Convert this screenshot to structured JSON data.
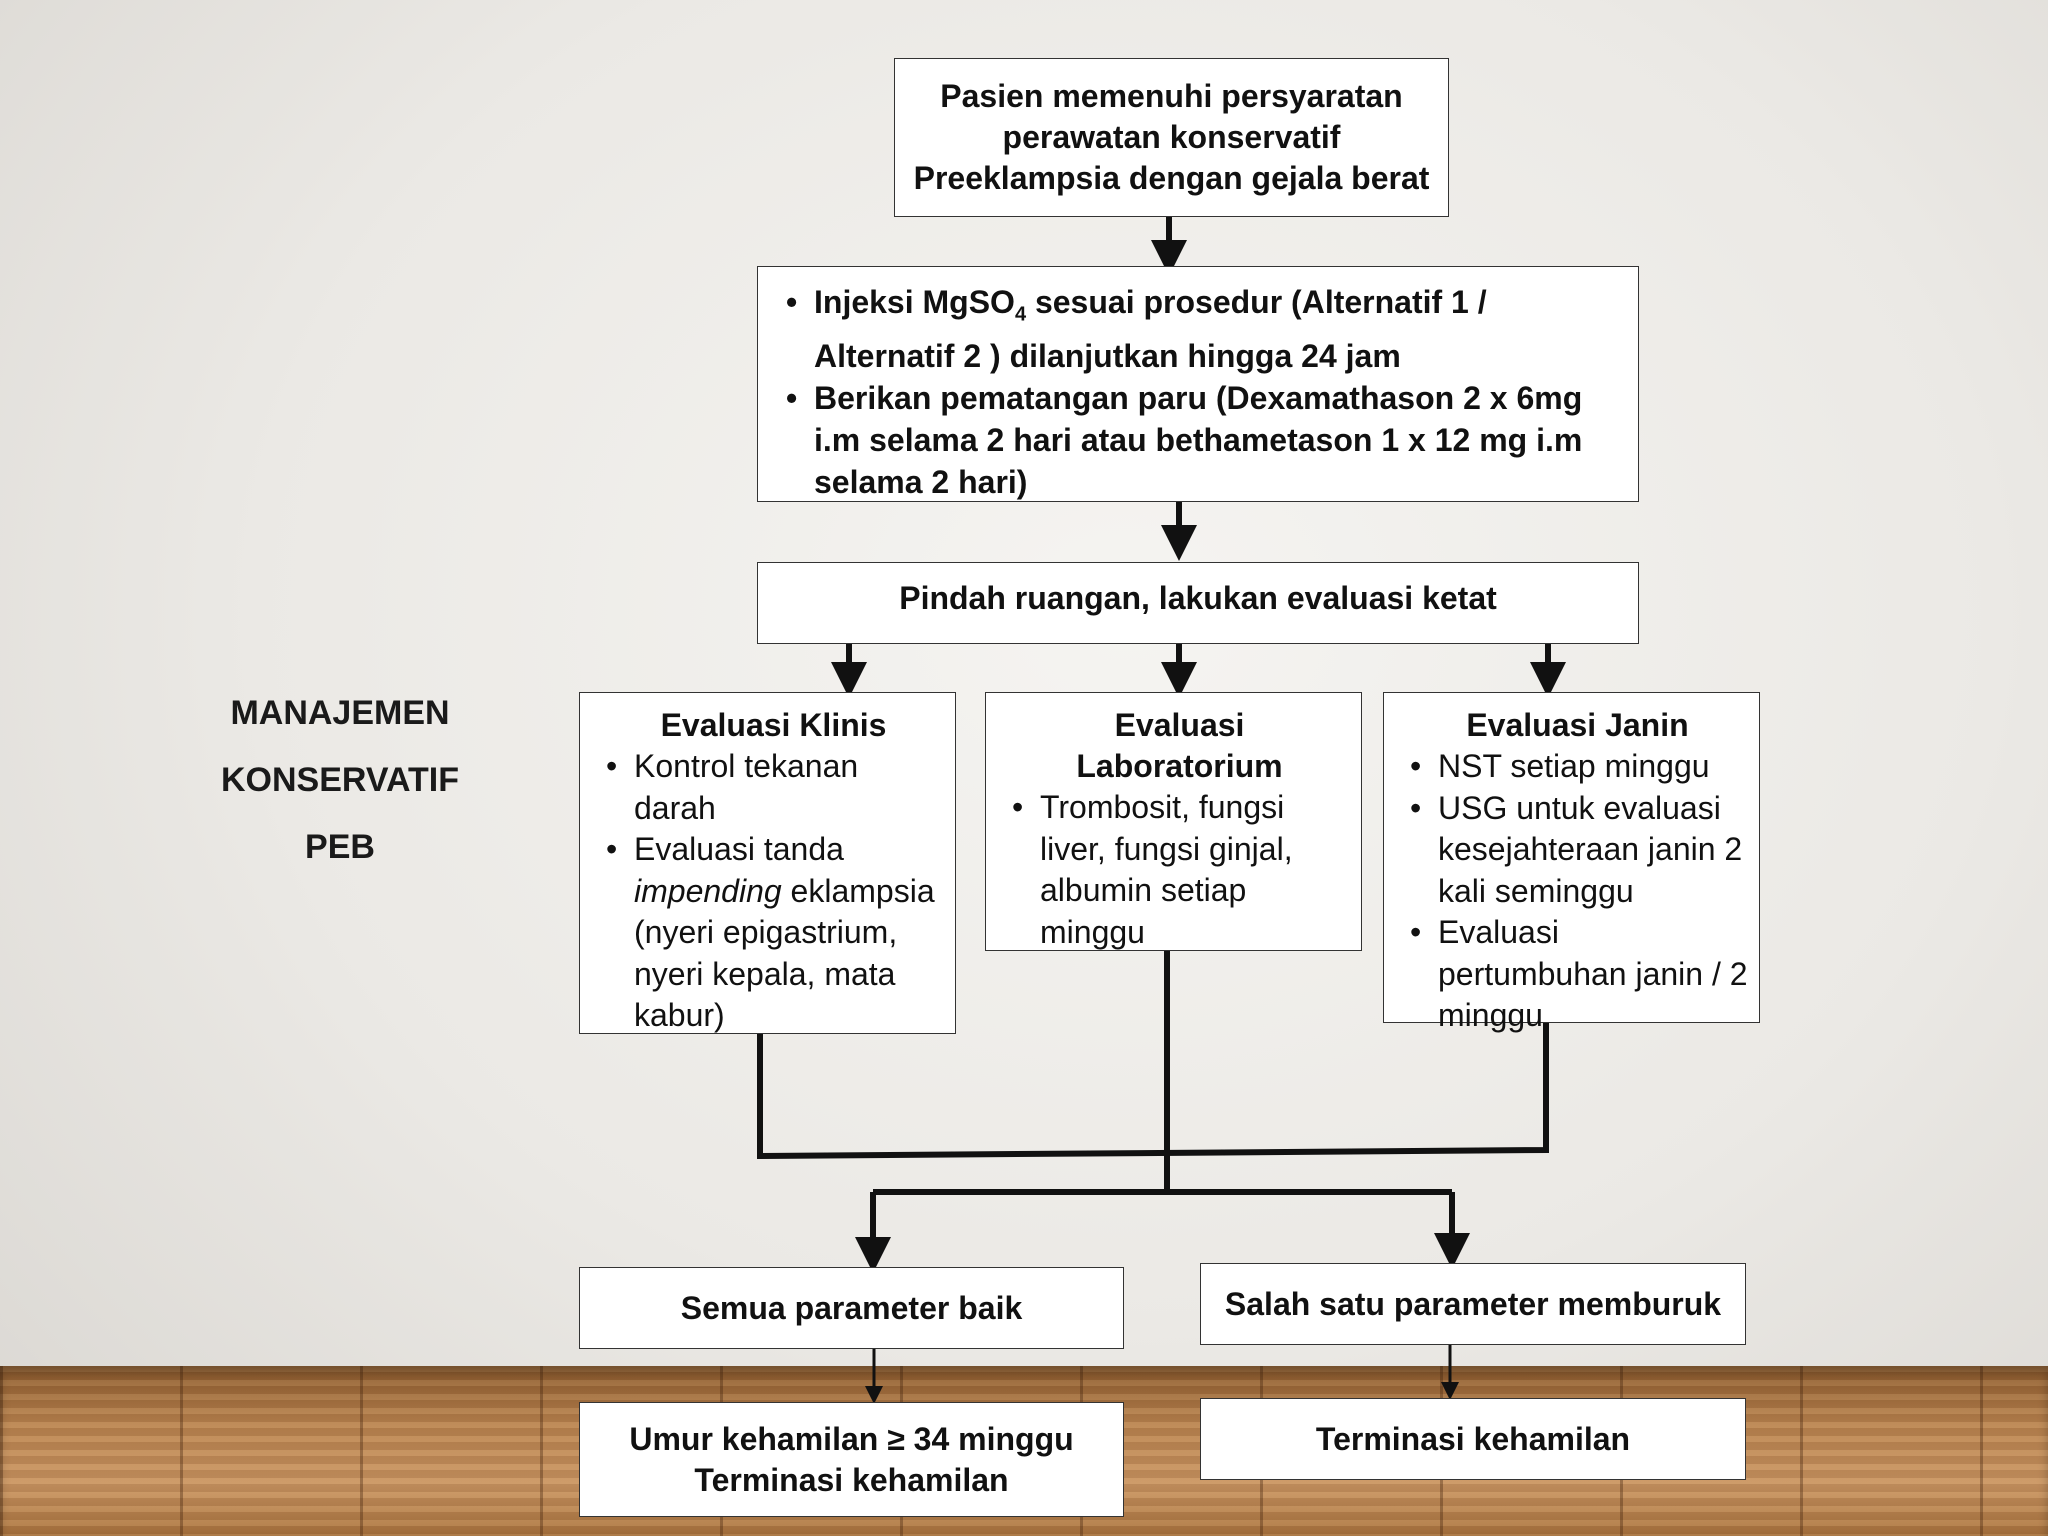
{
  "side_title": [
    "MANAJEMEN",
    "KONSERVATIF",
    "PEB"
  ],
  "box1": {
    "lines": [
      "Pasien memenuhi persyaratan",
      "perawatan konservatif",
      "Preeklampsia dengan gejala berat"
    ]
  },
  "box2": {
    "b1_pre": "Injeksi MgSO",
    "b1_sub": "4",
    "b1_post": "  sesuai prosedur (Alternatif 1 / Alternatif 2 ) dilanjutkan hingga 24 jam",
    "b2": "Berikan pematangan paru (Dexamathason 2 x 6mg i.m selama 2 hari atau bethametason 1 x 12 mg i.m selama 2 hari)"
  },
  "box3": {
    "text": "Pindah ruangan, lakukan evaluasi ketat"
  },
  "klinis": {
    "title": "Evaluasi Klinis",
    "items": [
      "Kontrol tekanan darah"
    ],
    "item2_pre": "Evaluasi tanda ",
    "item2_em": "impending",
    "item2_post": " eklampsia (nyeri epigastrium, nyeri kepala, mata kabur)"
  },
  "lab": {
    "title1": "Evaluasi",
    "title2": "Laboratorium",
    "items": [
      "Trombosit, fungsi liver, fungsi ginjal, albumin setiap minggu"
    ]
  },
  "janin": {
    "title": "Evaluasi Janin",
    "items": [
      "NST setiap minggu",
      "USG untuk evaluasi kesejahteraan janin 2 kali seminggu",
      "Evaluasi pertumbuhan janin / 2 minggu"
    ]
  },
  "good": {
    "text": "Semua parameter baik"
  },
  "bad": {
    "text": "Salah satu parameter memburuk"
  },
  "good_result": {
    "lines": [
      "Umur kehamilan ≥ 34 minggu",
      "Terminasi kehamilan"
    ]
  },
  "bad_result": {
    "text": "Terminasi kehamilan"
  }
}
